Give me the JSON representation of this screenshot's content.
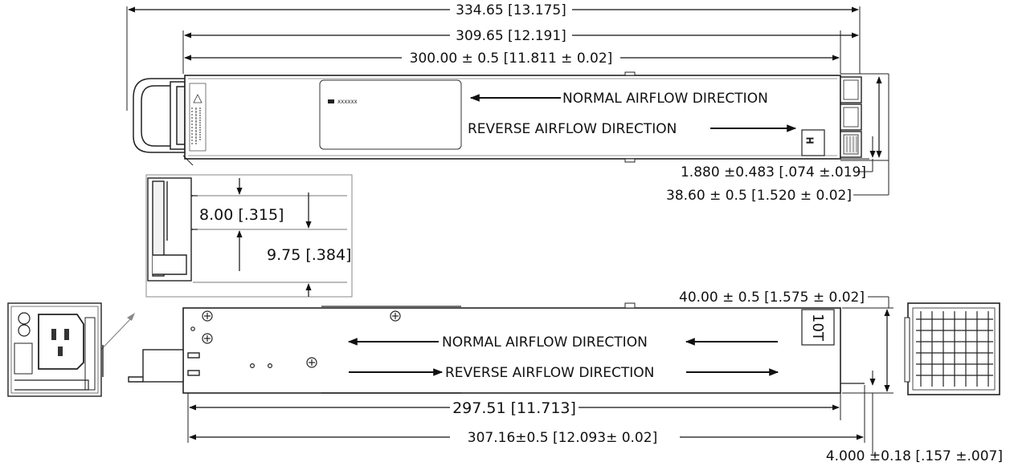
{
  "top_view": {
    "dim_overall": "334.65 [13.175]",
    "dim_body": "309.65 [12.191]",
    "dim_length": "300.00 ± 0.5  [11.811 ± 0.02]",
    "normal_airflow": "NORMAL AIRFLOW DIRECTION",
    "reverse_airflow": "REVERSE AIRFLOW DIRECTION",
    "dim_latch_offset": "1.880 ±0.483 [.074 ±.019]",
    "dim_height": "38.60 ± 0.5 [1.520 ± 0.02]",
    "label_id": "XXXXXX"
  },
  "detail_view": {
    "dim_pin_a": "8.00 [.315]",
    "dim_pin_b": "9.75 [.384]"
  },
  "side_view": {
    "dim_height": "40.00 ± 0.5 [1.575 ± 0.02]",
    "normal_airflow": "NORMAL AIRFLOW DIRECTION",
    "reverse_airflow": "REVERSE AIRFLOW DIRECTION",
    "dim_body": "297.51 [11.713]",
    "dim_overall": "307.16±0.5 [12.093± 0.02]",
    "dim_offset": "4.000 ±0.18 [.157 ±.007]"
  }
}
